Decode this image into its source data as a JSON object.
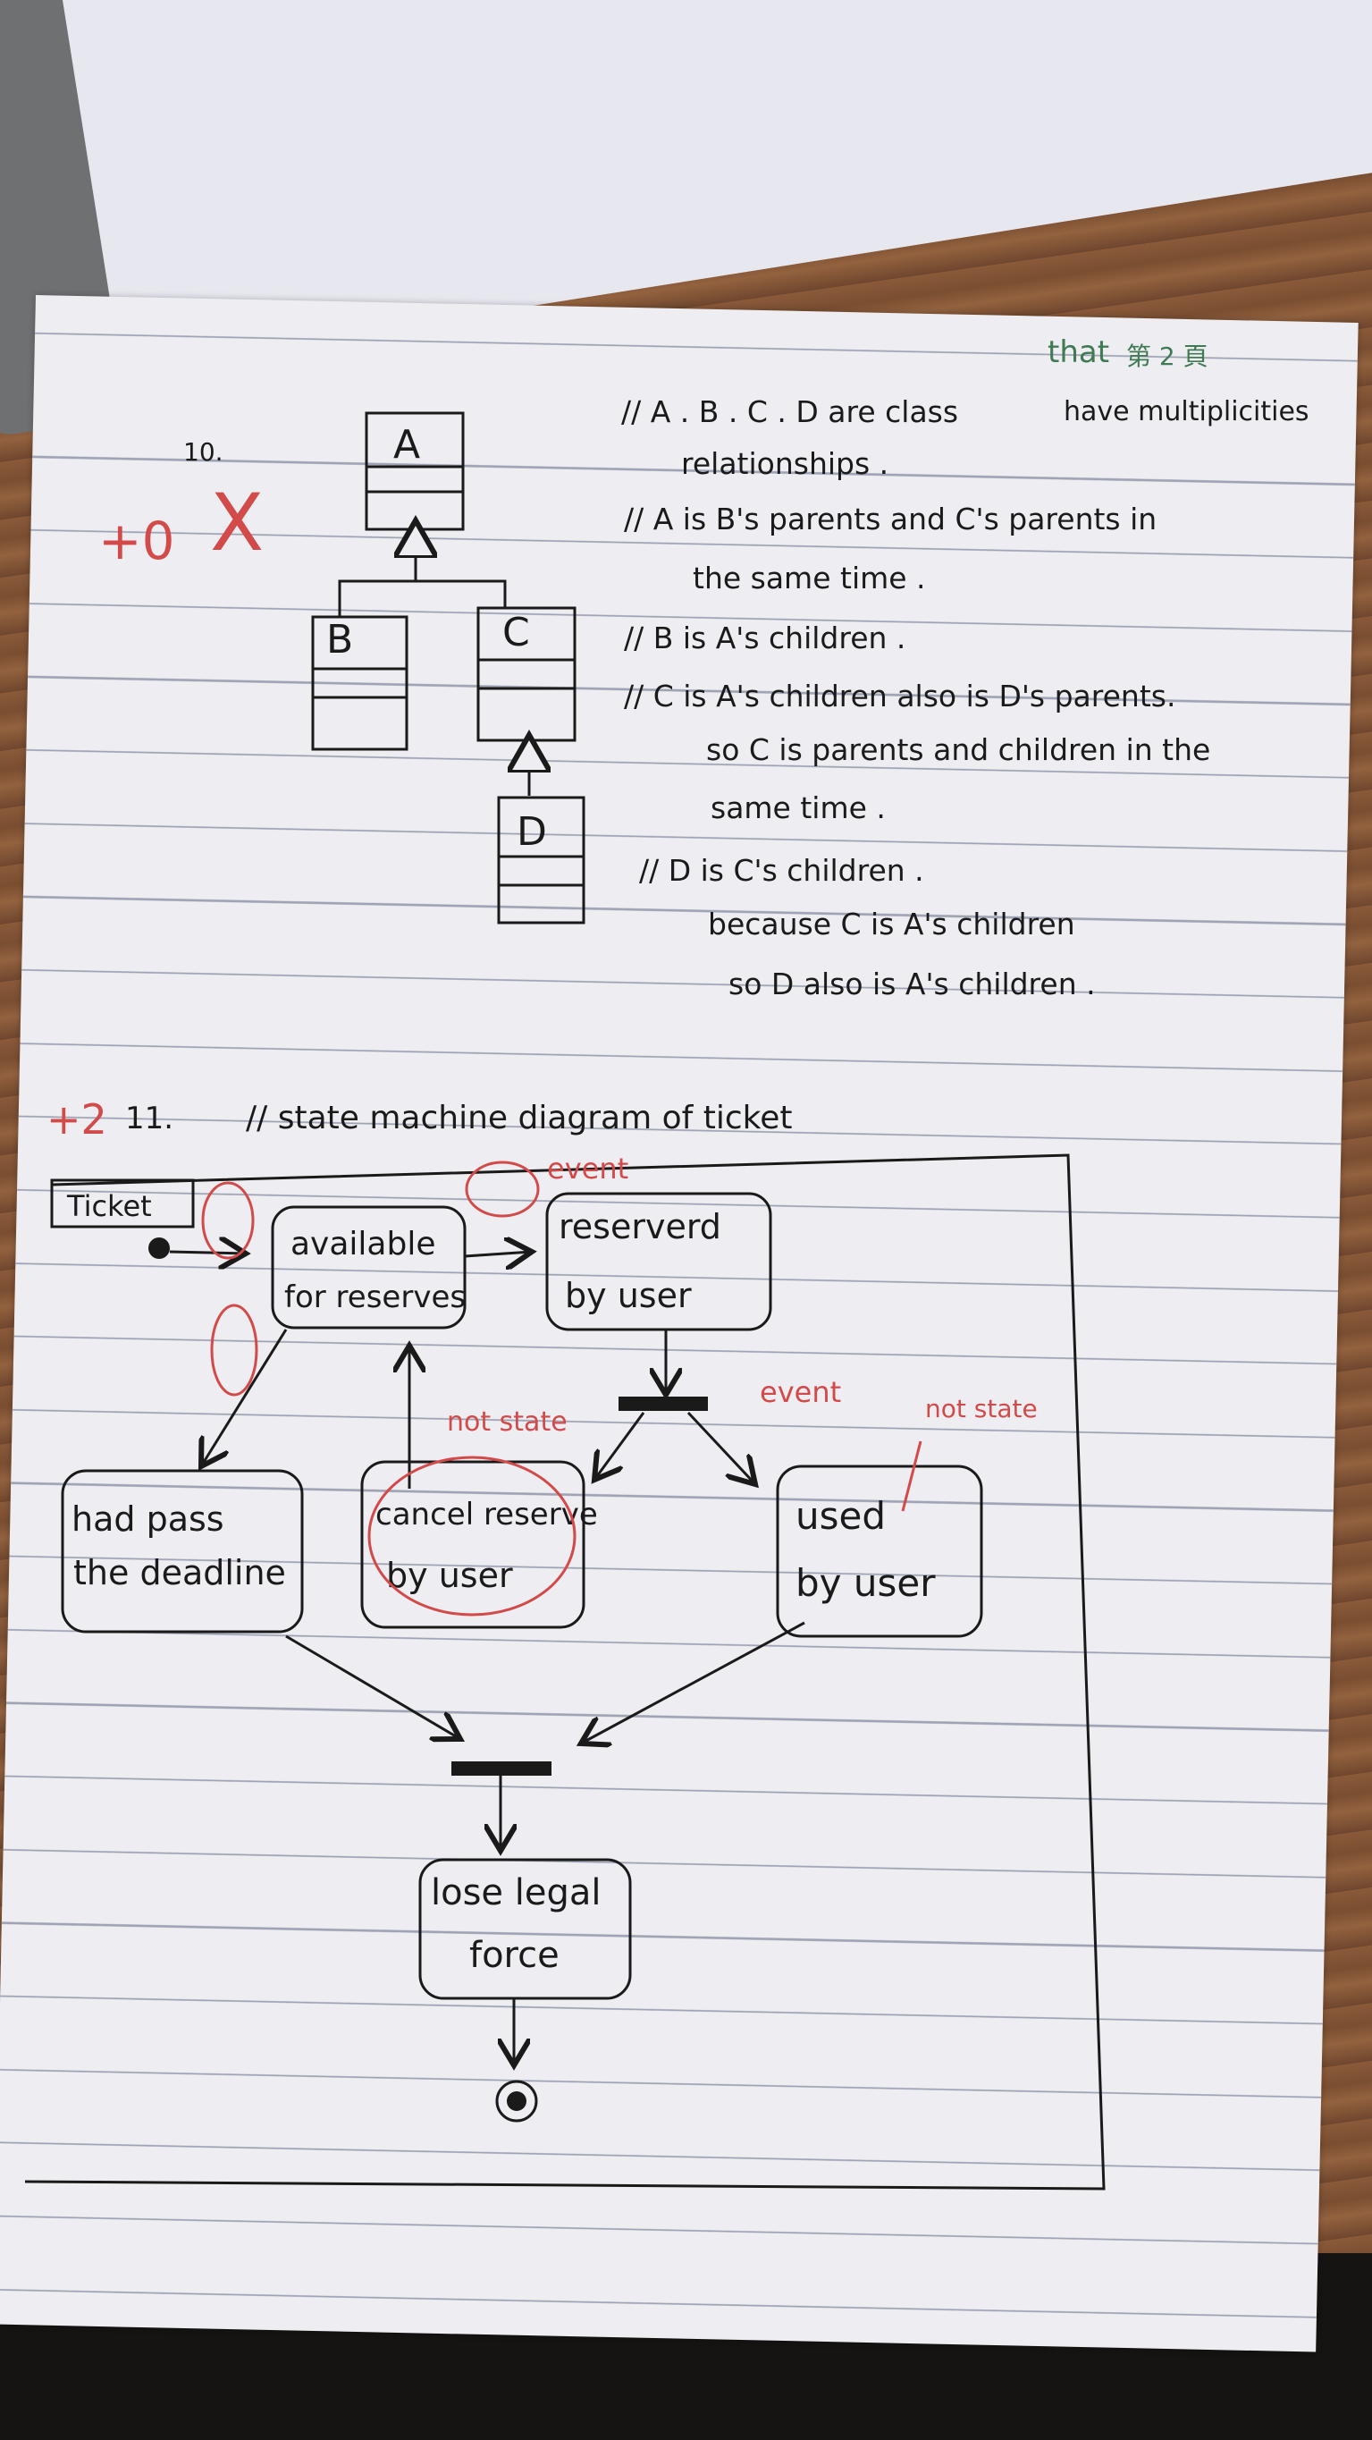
{
  "page_number": "第 2 頁",
  "question_10": {
    "number": "10.",
    "grade_mark": "+0",
    "wrong_mark": "X",
    "classes": [
      "A",
      "B",
      "C",
      "D"
    ],
    "answer_lines": [
      "// A . B . C . D are class",
      "have multiplicities",
      "relationships .",
      "// A is B's parents and C's parents in",
      "the same time .",
      "// B is A's children .",
      "// C is A's children also is D's parents.",
      "so C is parents and children in the",
      "same time .",
      "// D is C's children .",
      "because C is A's children",
      "so D also is A's children ."
    ],
    "teacher_insert": "that"
  },
  "question_11": {
    "number": "11.",
    "grade_mark": "+2",
    "title": "// state machine diagram of ticket",
    "frame_label": "Ticket",
    "states": {
      "available": [
        "available",
        "for reserves"
      ],
      "reserved": [
        "reserverd",
        "by user"
      ],
      "deadline": [
        "had pass",
        "the deadline"
      ],
      "cancel": [
        "cancel reserve",
        "by user"
      ],
      "used": [
        "used",
        "by user"
      ],
      "lose": [
        "lose legal",
        "force"
      ]
    },
    "teacher_notes": {
      "event_top": "event",
      "not_state_left": "not state",
      "event_right": "event",
      "not_state_right": "not state"
    }
  }
}
